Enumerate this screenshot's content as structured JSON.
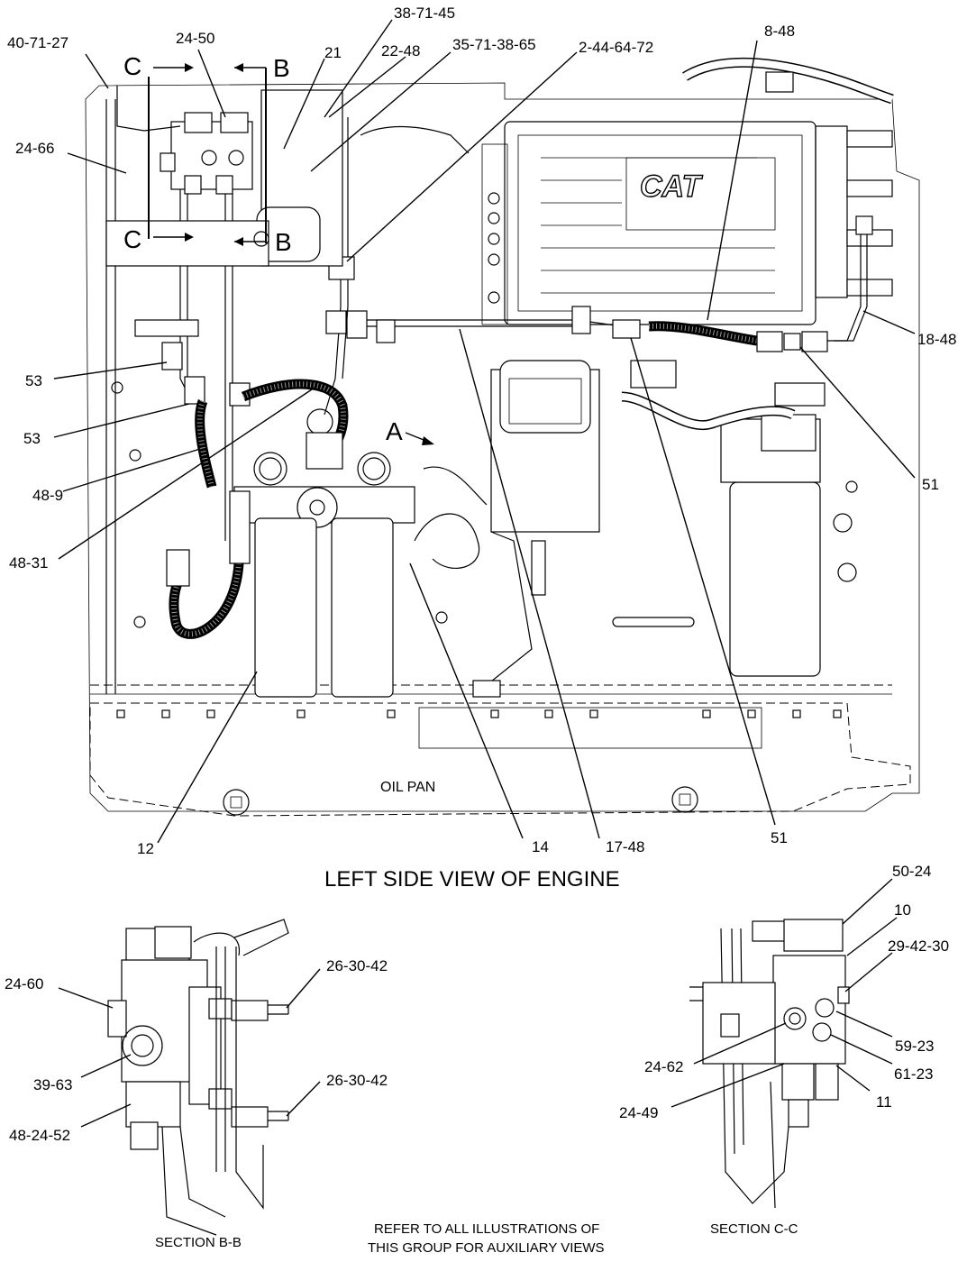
{
  "main_view": {
    "title": "LEFT SIDE VIEW OF ENGINE",
    "oil_pan_label": "OIL PAN",
    "brand_mark": "CAT",
    "view_marker": "A",
    "section_markers": [
      "C",
      "B",
      "C",
      "B"
    ],
    "callouts": [
      "40-71-27",
      "24-50",
      "38-71-45",
      "21",
      "22-48",
      "35-71-38-65",
      "2-44-64-72",
      "8-48",
      "24-66",
      "53",
      "53",
      "48-9",
      "48-31",
      "18-48",
      "51",
      "12",
      "14",
      "17-48",
      "51"
    ]
  },
  "section_bb": {
    "caption": "SECTION B-B",
    "callouts": [
      "24-60",
      "26-30-42",
      "39-63",
      "26-30-42",
      "48-24-52"
    ]
  },
  "section_cc": {
    "caption": "SECTION C-C",
    "callouts": [
      "50-24",
      "10",
      "29-42-30",
      "59-23",
      "24-62",
      "61-23",
      "24-49",
      "11"
    ]
  },
  "footnote": [
    "REFER TO ALL ILLUSTRATIONS OF",
    "THIS GROUP FOR AUXILIARY VIEWS"
  ]
}
